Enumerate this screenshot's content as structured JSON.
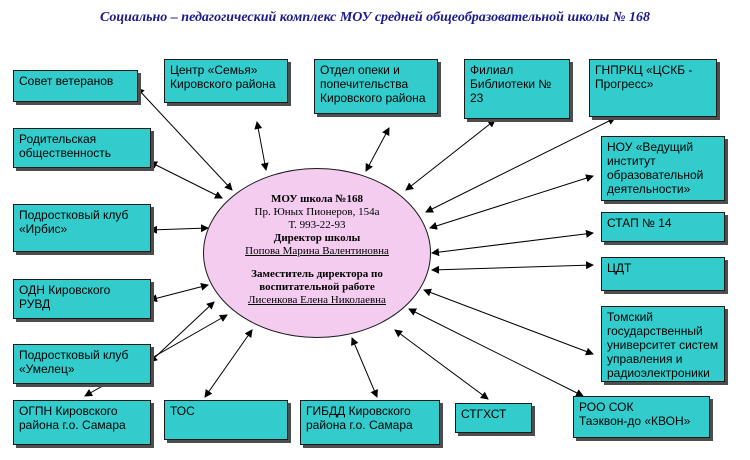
{
  "title": "Социально – педагогический комплекс МОУ средней общеобразовательной школы № 168",
  "center": {
    "school": "МОУ школа №168",
    "address": "Пр. Юных Пионеров, 154а",
    "phone": "Т. 993-22-93",
    "director_role": "Директор школы",
    "director_name": "Попова Марина Валентиновна",
    "deputy_role_1": "Заместитель директора по",
    "deputy_role_2": "воспитательной работе",
    "deputy_name": "Лисенкова Елена Николаевна"
  },
  "partners": [
    {
      "id": "veterans",
      "label": "Совет ветеранов"
    },
    {
      "id": "semya",
      "label": "Центр «Семья»\nКировского района"
    },
    {
      "id": "opeka",
      "label": "Отдел опеки и\nпопечительства\nКировского района"
    },
    {
      "id": "library",
      "label": "Филиал\nБиблиотеки №\n23"
    },
    {
      "id": "gnprkc",
      "label": "ГНПРКЦ «ЦСКБ -\nПрогресс»"
    },
    {
      "id": "parents",
      "label": "Родительская\nобщественность"
    },
    {
      "id": "nou",
      "label": "НОУ «Ведущий\nинститут\nобразовательной\nдеятельности»"
    },
    {
      "id": "irbis",
      "label": "Подростковый клуб\n«Ирбис»"
    },
    {
      "id": "stap",
      "label": "СТАП № 14"
    },
    {
      "id": "cdt",
      "label": "ЦДТ"
    },
    {
      "id": "odn",
      "label": "ОДН Кировского\nРУВД"
    },
    {
      "id": "tomsk",
      "label": "Томский\nгосударственный\nуниверситет систем\nуправления и\nрадиоэлектроники"
    },
    {
      "id": "umelets",
      "label": "Подростковый клуб\n«Умелец»"
    },
    {
      "id": "ogpn",
      "label": "ОГПН Кировского\nрайона г.о. Самара"
    },
    {
      "id": "tos",
      "label": "ТОС"
    },
    {
      "id": "gibdd",
      "label": "ГИБДД Кировского\nрайона г.о. Самара"
    },
    {
      "id": "stghst",
      "label": "СТГХСТ"
    },
    {
      "id": "roo",
      "label": "РОО СОК\nТаэквон-до «КВОН»"
    }
  ]
}
